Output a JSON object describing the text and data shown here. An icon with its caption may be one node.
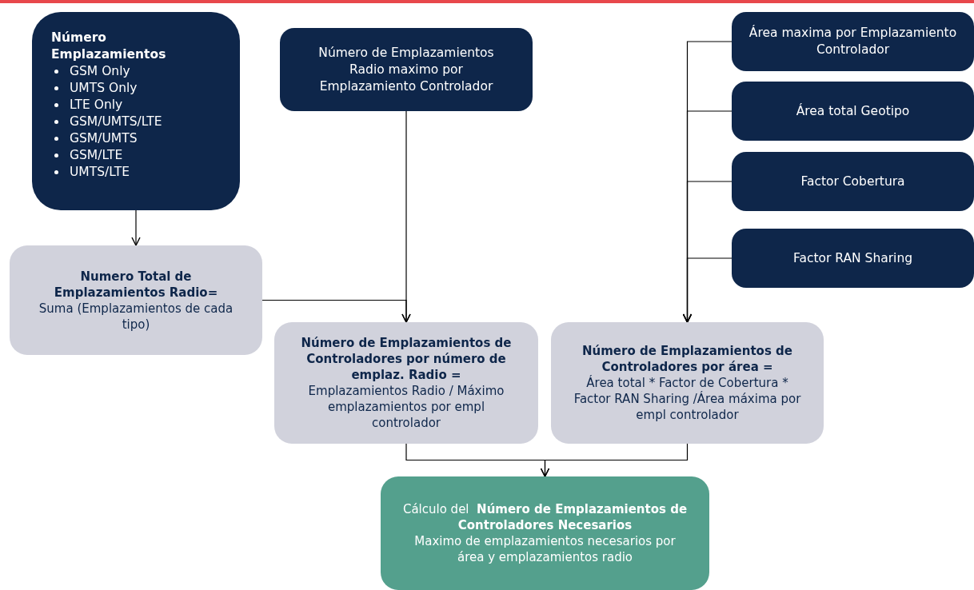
{
  "diagram": {
    "nodes": [
      {
        "text": [
          "Número Emplazamientos",
          "GSM Only",
          "UMTS Only",
          "LTE Only",
          "GSM/UMTS/LTE",
          "GSM/UMTS",
          "GSM/LTE",
          "UMTS/LTE"
        ]
      },
      {
        "text": [
          "Número de Emplazamientos Radio maximo por Emplazamiento Controlador"
        ]
      },
      {
        "text": [
          "Área maxima por Emplazamiento Controlador"
        ]
      },
      {
        "text": [
          "Área total Geotipo"
        ]
      },
      {
        "text": [
          "Factor Cobertura"
        ]
      },
      {
        "text": [
          "Factor RAN Sharing"
        ]
      },
      {
        "text": [
          "Numero Total de Emplazamientos Radio=",
          "Suma (Emplazamientos de cada tipo)"
        ]
      },
      {
        "text": [
          "Número de Emplazamientos de Controladores por número de emplaz. Radio =",
          "Emplazamientos Radio / Máximo emplazamientos por empl controlador"
        ]
      },
      {
        "text": [
          "Número de Emplazamientos de Controladores por área =",
          "Área total * Factor de Cobertura * Factor RAN Sharing /Área máxima por empl controlador"
        ]
      },
      {
        "text": [
          "Cálculo del  **Número de Emplazamientos de Controladores Necesarios**",
          "Maximo de emplazamientos necesarios por área y emplazamientos radio"
        ]
      }
    ],
    "edges": [
      {
        "from": 0,
        "to": 6,
        "arrow": "to"
      },
      {
        "from": 6,
        "to": 7,
        "arrow": "to"
      },
      {
        "from": 1,
        "to": 7,
        "arrow": "to"
      },
      {
        "from": 2,
        "to": 8,
        "arrow": "to"
      },
      {
        "from": 3,
        "to": 8,
        "arrow": "to"
      },
      {
        "from": 4,
        "to": 8,
        "arrow": "to"
      },
      {
        "from": 5,
        "to": 8,
        "arrow": "to"
      },
      {
        "from": 7,
        "to": 9,
        "arrow": "to"
      },
      {
        "from": 8,
        "to": 9,
        "arrow": "to"
      }
    ]
  }
}
